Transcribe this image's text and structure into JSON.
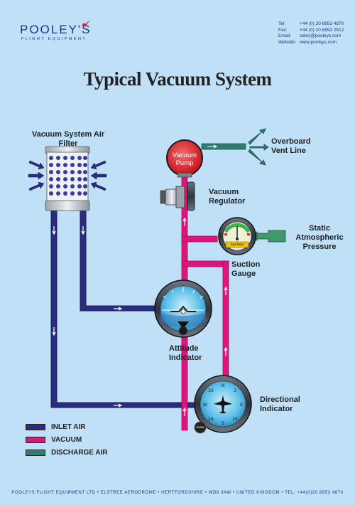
{
  "brand": {
    "name": "POOLEY'S",
    "tagline": "FLIGHT EQUIPMENT"
  },
  "contact": [
    {
      "label": "Tel:",
      "value": "+44 (0) 20 8953 4870"
    },
    {
      "label": "Fax:",
      "value": "+44 (0) 20 8953 2512"
    },
    {
      "label": "Email:",
      "value": "sales@pooleys.com"
    },
    {
      "label": "Website:",
      "value": "www.pooleys.com"
    }
  ],
  "title": "Typical Vacuum System",
  "components": {
    "air_filter": "Vacuum System Air Filter",
    "pump": [
      "Vacuum",
      "Pump"
    ],
    "overboard": "Overboard Vent Line",
    "regulator": "Vacuum Regulator",
    "static": "Static Atmospheric Pressure",
    "suction_gauge": "Suction Gauge",
    "gauge_face_label": "SUCTION",
    "attitude": "Attitude Indicator",
    "directional": "Directional Indicator",
    "push_label": "PUSH"
  },
  "legend": [
    {
      "label": "INLET AIR",
      "color": "#2b2c7e"
    },
    {
      "label": "VACUUM",
      "color": "#e0157c"
    },
    {
      "label": "DISCHARGE AIR",
      "color": "#2f7d6e"
    }
  ],
  "colors": {
    "background": "#bfe0f7",
    "inlet": "#2b2c7e",
    "vacuum": "#e0157c",
    "discharge": "#2f7d6e",
    "pump": "#d81f2a"
  },
  "footer": "POOLEYS FLIGHT EQUIPMENT LTD  •  ELSTREE AERODROME  •  HERTFORDSHIRE  •  WD6 3AW  •  UNITED KINGDOM  •  TEL: +44(0)20 8953 4870"
}
